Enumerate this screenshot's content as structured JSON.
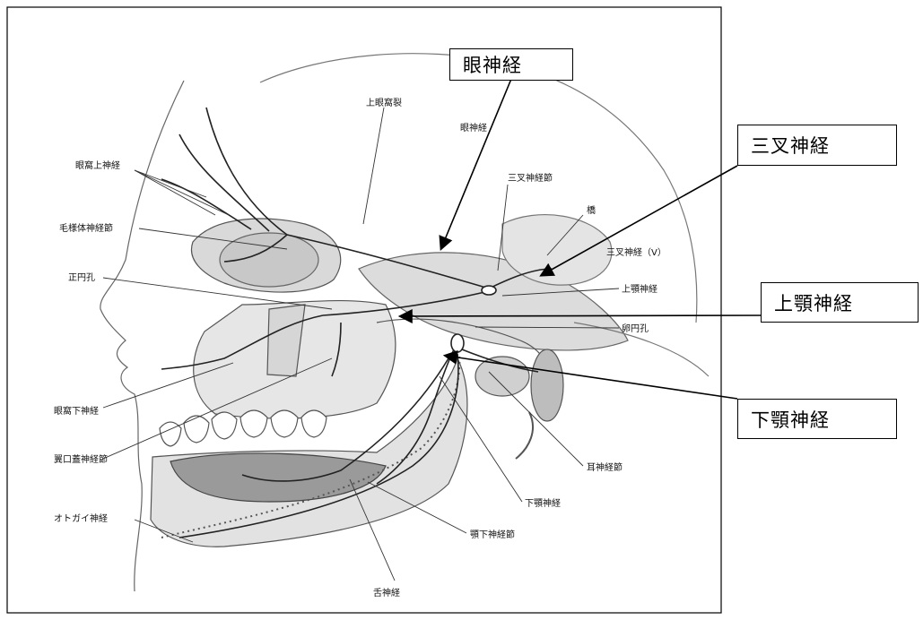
{
  "labels": {
    "supraorbital_nerve": "眼窩上神経",
    "superior_orbital_fissure": "上眼窩裂",
    "ophthalmic_nerve": "眼神経",
    "trigeminal_ganglion": "三叉神経節",
    "pons": "橋",
    "ciliary_ganglion": "毛様体神経節",
    "trigeminal_nerve_v": "三叉神経（Ⅴ）",
    "foramen_rotundum": "正円孔",
    "maxillary_nerve": "上顎神経",
    "foramen_ovale": "卵円孔",
    "infraorbital_nerve": "眼窩下神経",
    "pterygopalatine_ganglion": "翼口蓋神経節",
    "otic_ganglion": "耳神経節",
    "mandibular_nerve": "下顎神経",
    "mental_nerve": "オトガイ神経",
    "submandibular_ganglion": "顎下神経節",
    "lingual_nerve": "舌神経"
  },
  "callouts": {
    "ophthalmic": "眼神経",
    "trigeminal": "三叉神経",
    "maxillary": "上顎神経",
    "mandibular": "下顎神経"
  }
}
